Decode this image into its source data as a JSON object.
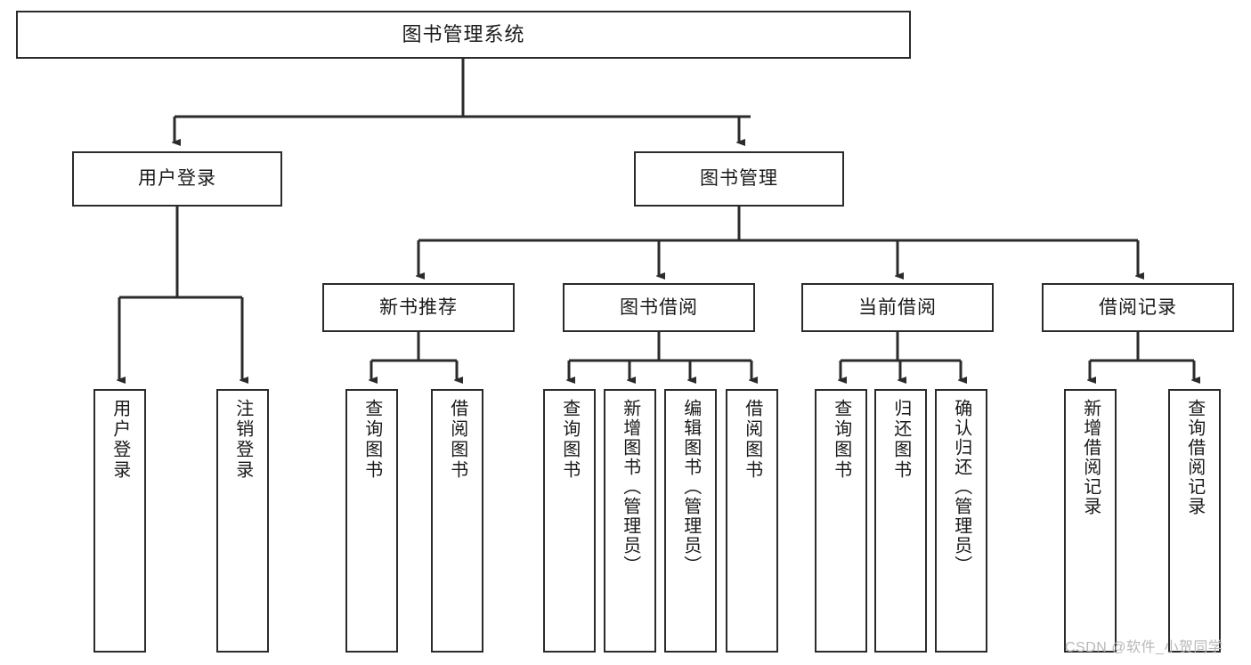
{
  "diagram": {
    "title": "图书管理系统",
    "type": "tree",
    "orientation": "top-down",
    "line_color": "#2b2b2b",
    "box_fill": "#ffffff",
    "text_color": "#1a1a1a",
    "watermark": "CSDN @软件_小贺同学",
    "nodes": {
      "root": {
        "label": "图书管理系统"
      },
      "level2": [
        {
          "id": "user-login",
          "label": "用户登录"
        },
        {
          "id": "book-manage",
          "label": "图书管理"
        }
      ],
      "level3": [
        {
          "id": "new-book-recommend",
          "label": "新书推荐"
        },
        {
          "id": "book-borrow",
          "label": "图书借阅"
        },
        {
          "id": "current-borrow",
          "label": "当前借阅"
        },
        {
          "id": "borrow-record",
          "label": "借阅记录"
        }
      ],
      "leaves": {
        "user_login": [
          {
            "id": "leaf-user-login",
            "label": "用户登录"
          },
          {
            "id": "leaf-logout-login",
            "label": "注销登录"
          }
        ],
        "new_book_recommend": [
          {
            "id": "leaf-query-book-1",
            "label": "查询图书"
          },
          {
            "id": "leaf-borrow-book-1",
            "label": "借阅图书"
          }
        ],
        "book_borrow": [
          {
            "id": "leaf-query-book-2",
            "label": "查询图书"
          },
          {
            "id": "leaf-add-book",
            "label": "新增图书（管理员）"
          },
          {
            "id": "leaf-edit-book",
            "label": "编辑图书（管理员）"
          },
          {
            "id": "leaf-borrow-book-2",
            "label": "借阅图书"
          }
        ],
        "current_borrow": [
          {
            "id": "leaf-query-book-3",
            "label": "查询图书"
          },
          {
            "id": "leaf-return-book",
            "label": "归还图书"
          },
          {
            "id": "leaf-confirm-return",
            "label": "确认归还（管理员）"
          }
        ],
        "borrow_record": [
          {
            "id": "leaf-add-record",
            "label": "新增借阅记录"
          },
          {
            "id": "leaf-query-record",
            "label": "查询借阅记录"
          }
        ]
      }
    }
  }
}
